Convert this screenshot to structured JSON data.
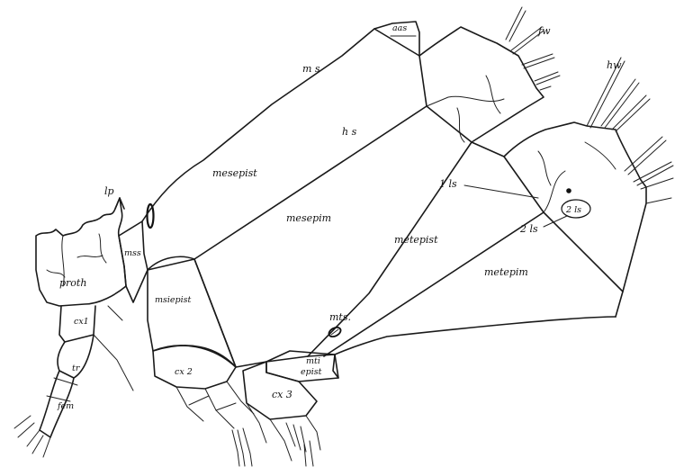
{
  "labels": {
    "aas": "aas",
    "fw": "fw",
    "hw": "hw",
    "ms": "m s",
    "hs": "h s",
    "lp": "lp",
    "mesepist": "mesepist",
    "mesepim": "mesepim",
    "mss": "mss",
    "proth": "proth",
    "cx1": "cx1",
    "tr": "tr",
    "fem": "fem",
    "msiepist": "msiepist",
    "cx2": "cx 2",
    "mts": "mts.",
    "mti": "mti",
    "epist": "epist",
    "cx3": "cx 3",
    "ls1": "1 ls",
    "ls2_circled": "2 ls",
    "ls2": "2 ls",
    "metepist": "metepist",
    "metepim": "metepim"
  }
}
